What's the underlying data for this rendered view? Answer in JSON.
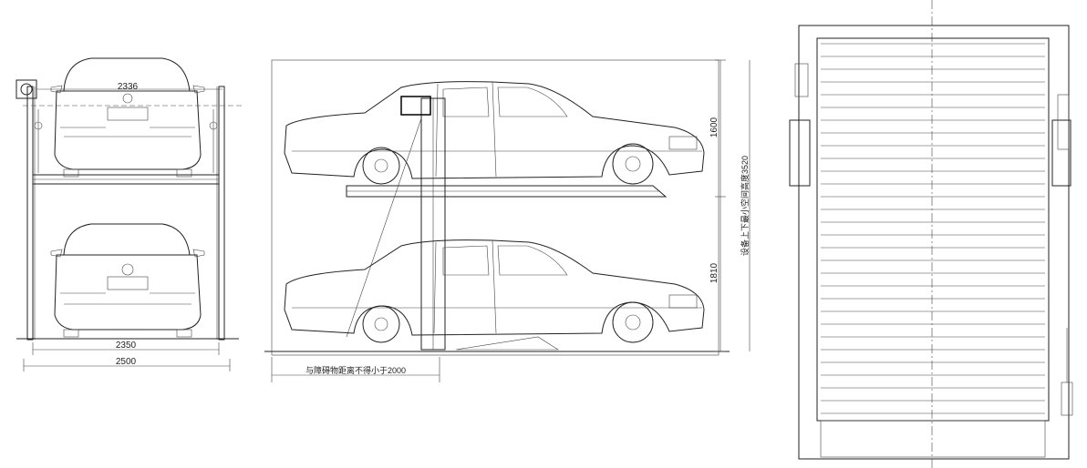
{
  "front_view": {
    "width_top": "2336",
    "width_inner": "2350",
    "width_outer": "2500"
  },
  "side_view": {
    "upper_height": "1600",
    "lower_height": "1810",
    "total_height_note": "设备上下最小空间高度3520",
    "clearance_note": "与障碍物距离不得小于2000"
  },
  "colors": {
    "line": "#222222",
    "background": "#ffffff"
  }
}
